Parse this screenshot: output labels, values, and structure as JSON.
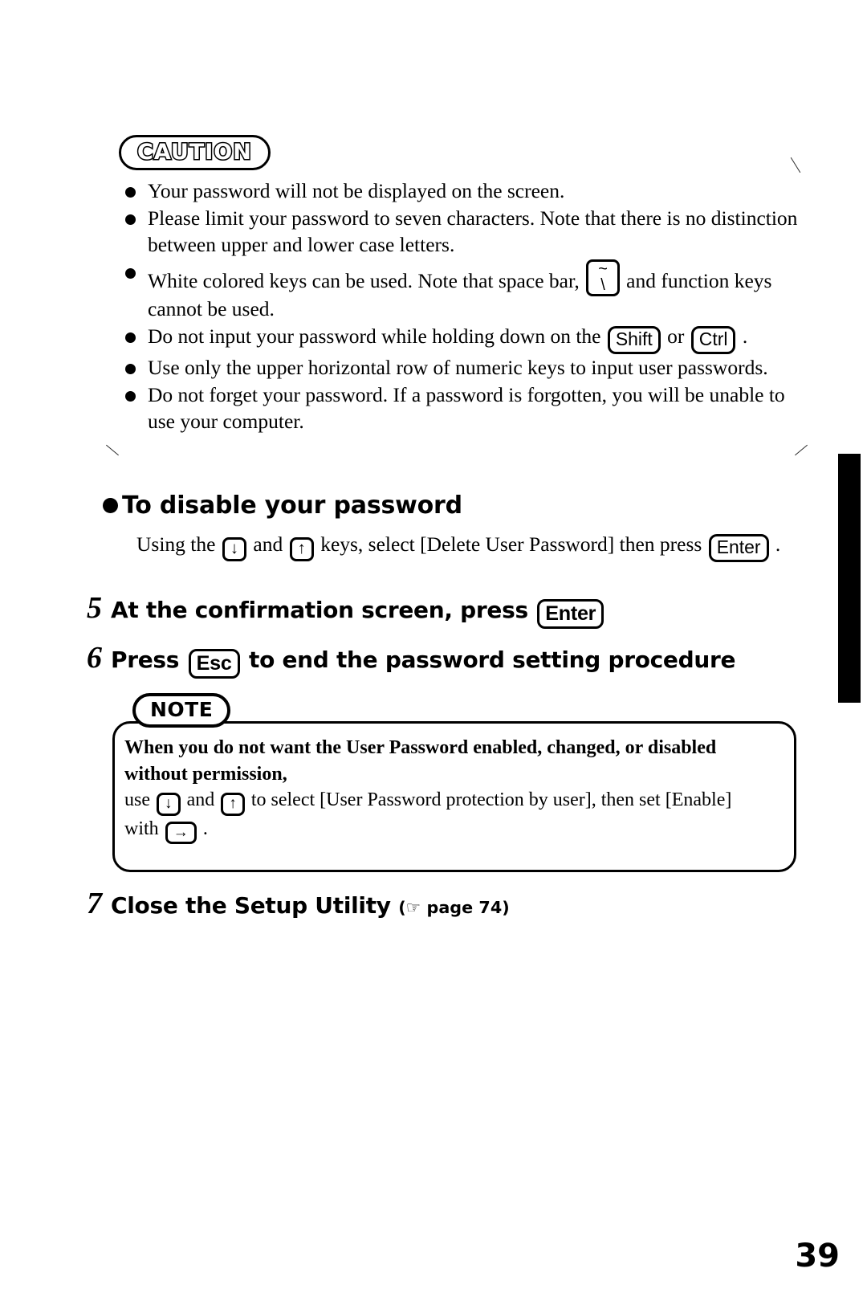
{
  "page": {
    "number": "39",
    "edge_marker_color": "#000000"
  },
  "caution": {
    "label": "CAUTION",
    "bullets": [
      {
        "parts": [
          {
            "type": "text",
            "value": "Your password will not be displayed on the screen."
          }
        ]
      },
      {
        "parts": [
          {
            "type": "text",
            "value": "Please limit your password to seven characters.  Note that there is no distinction between upper and lower case letters."
          }
        ]
      },
      {
        "parts": [
          {
            "type": "text",
            "value": "White colored keys can be used. Note that space bar, "
          },
          {
            "type": "key",
            "value": "~ \\"
          },
          {
            "type": "text",
            "value": " and function keys cannot be used."
          }
        ]
      },
      {
        "parts": [
          {
            "type": "text",
            "value": "Do not input your password while holding down on the "
          },
          {
            "type": "key",
            "value": "Shift"
          },
          {
            "type": "text",
            "value": " or "
          },
          {
            "type": "key",
            "value": "Ctrl"
          },
          {
            "type": "text",
            "value": " ."
          }
        ]
      },
      {
        "parts": [
          {
            "type": "text",
            "value": "Use only the upper horizontal row of numeric keys to input user passwords."
          }
        ]
      },
      {
        "parts": [
          {
            "type": "text",
            "value": "Do not forget your password.  If a password is forgotten, you will be unable to use your computer."
          }
        ]
      }
    ],
    "bullet_1_text": "Your password will not be displayed on the screen.",
    "bullet_2_text": "Please limit your password to seven characters.  Note that there is no distinction between upper and lower case letters.",
    "bullet_3_pre": "White colored keys can be used. Note that space bar,",
    "bullet_3_key_top": "~",
    "bullet_3_key_bottom": "\\",
    "bullet_3_post": "and function keys cannot be used.",
    "bullet_4_pre": "Do not input your password while holding down on the",
    "bullet_4_key_1": "Shift",
    "bullet_4_mid": "or",
    "bullet_4_key_2": "Ctrl",
    "bullet_4_post": ".",
    "bullet_5_text": "Use only the upper horizontal row of numeric keys to input user passwords.",
    "bullet_6_text": "Do not forget your password.  If a password is forgotten, you will be unable to use your computer."
  },
  "disable_section": {
    "heading": "To disable your password",
    "body_pre": "Using the",
    "key_down": "↓",
    "body_and": "and",
    "key_up": "↑",
    "body_mid": "keys, select [Delete User Password] then press",
    "key_enter": "Enter",
    "body_post": "."
  },
  "steps": [
    {
      "number": "5",
      "pre": "At the confirmation screen, press",
      "key": "Enter",
      "post": ""
    },
    {
      "number": "6",
      "pre": "Press",
      "key": "Esc",
      "post": "to end the password setting procedure"
    },
    {
      "number": "7",
      "pre": "Close the Setup Utility",
      "reference": "(☞ page 74)"
    }
  ],
  "step5": {
    "number": "5",
    "pre": "At the confirmation screen, press",
    "key": "Enter"
  },
  "step6": {
    "number": "6",
    "pre": "Press",
    "key": "Esc",
    "post": "to end the password setting procedure"
  },
  "step7": {
    "number": "7",
    "label": "Close the Setup Utility",
    "reference_open": "(",
    "reference_icon": "☞",
    "reference_text": "page 74)"
  },
  "note": {
    "label": "NOTE",
    "line1": "When you do not want the User Password enabled, changed, or disabled",
    "line2": "without permission,",
    "line3_pre": "use",
    "key_down": "↓",
    "line3_and": "and",
    "key_up": "↑",
    "line3_mid": "to select [User Password protection by user], then set [Enable]",
    "line4_pre": "with",
    "key_right": "→",
    "line4_post": "."
  }
}
